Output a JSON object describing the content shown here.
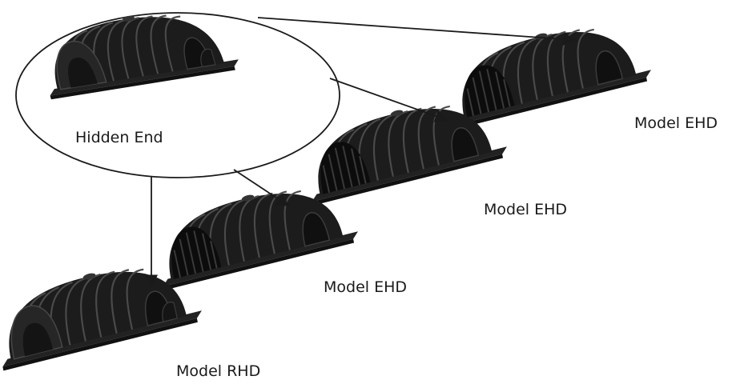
{
  "callout": {
    "label": "Hidden End"
  },
  "models": [
    {
      "label": "Model EHD"
    },
    {
      "label": "Model EHD"
    },
    {
      "label": "Model EHD"
    },
    {
      "label": "Model RHD"
    }
  ],
  "colors": {
    "chamber": "#1c1c1c",
    "rib": "#4a4a4a",
    "arrow": "#1a1a1a"
  }
}
